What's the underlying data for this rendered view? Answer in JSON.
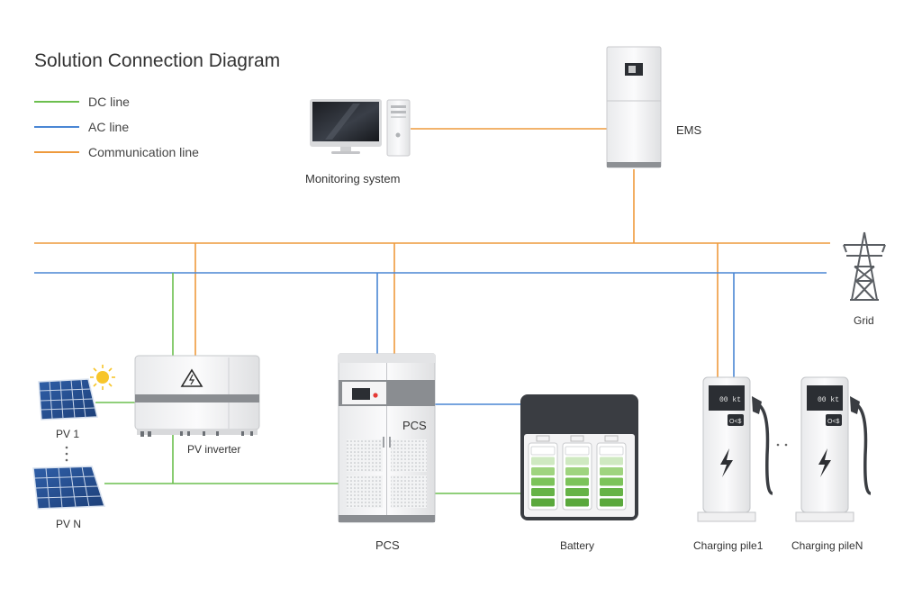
{
  "title": "Solution Connection Diagram",
  "legend": [
    {
      "label": "DC line",
      "color": "#6cbf4e"
    },
    {
      "label": "AC line",
      "color": "#4a86d4"
    },
    {
      "label": "Communication line",
      "color": "#ee9a3c"
    }
  ],
  "nodes": {
    "monitoring": "Monitoring system",
    "ems": "EMS",
    "grid": "Grid",
    "pv1": "PV 1",
    "pvn": "PV N",
    "pv_inverter": "PV inverter",
    "pcs_caption": "PCS",
    "pcs_label": "PCS",
    "battery": "Battery",
    "charging1": "Charging pile1",
    "chargingN": "Charging pileN"
  },
  "charger_screen": {
    "digits": "00 kt",
    "button": "O<$"
  },
  "colors": {
    "dc_line": "#6cbf4e",
    "ac_line": "#4a86d4",
    "comm_line": "#ee9a3c",
    "battery_cell": "#7cc35a",
    "cabinet_gray": "#8a8d91"
  }
}
